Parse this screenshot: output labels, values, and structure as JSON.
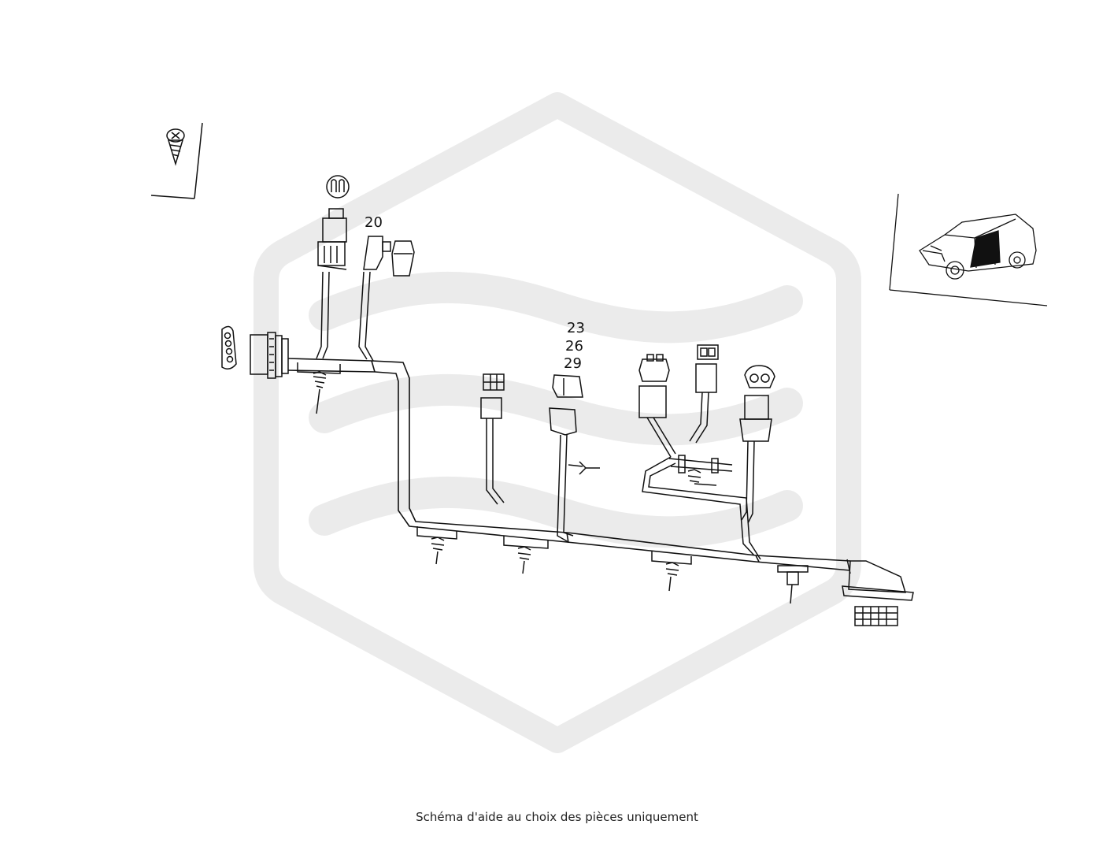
{
  "diagram": {
    "callouts": [
      {
        "id": "c20",
        "text": "20"
      },
      {
        "id": "c23",
        "text": "23"
      },
      {
        "id": "c26",
        "text": "26"
      },
      {
        "id": "c29",
        "text": "29"
      }
    ]
  },
  "footer": {
    "caption": "Schéma d'aide au choix des pièces uniquement"
  },
  "colors": {
    "line": "#111111",
    "watermark": "#ebebeb",
    "door_highlight": "#111111"
  },
  "icons": {
    "screw": "screw-icon",
    "vehicle": "vehicle-icon",
    "watermark": "brand-watermark-icon"
  }
}
